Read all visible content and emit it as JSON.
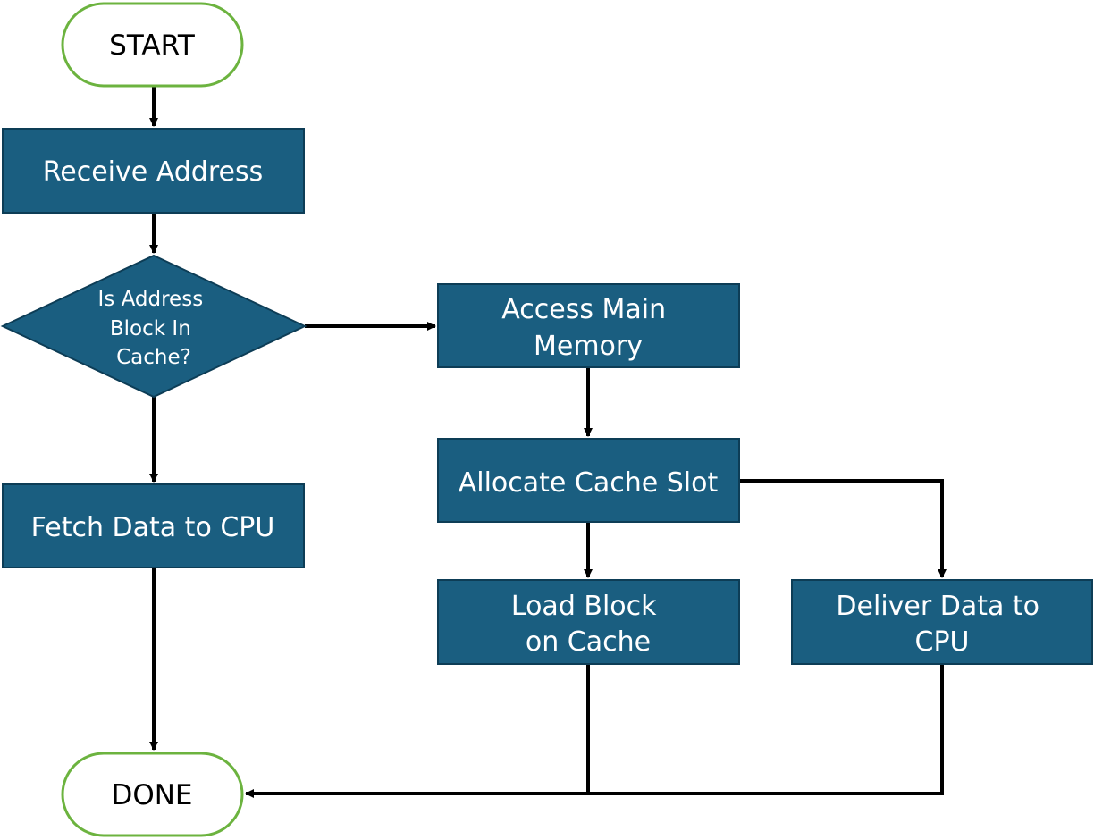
{
  "colors": {
    "process_fill": "#1a5e80",
    "process_border": "#0d3d56",
    "terminal_border": "#6cb33f",
    "terminal_fill": "#ffffff",
    "line": "#000000",
    "process_text": "#ffffff",
    "terminal_text": "#000000"
  },
  "nodes": {
    "start": {
      "lines": [
        "START"
      ]
    },
    "receive": {
      "lines": [
        "Receive Address"
      ]
    },
    "decision": {
      "lines": [
        "Is Address",
        "Block In",
        "Cache?"
      ]
    },
    "access": {
      "lines": [
        "Access Main",
        "Memory"
      ]
    },
    "allocate": {
      "lines": [
        "Allocate Cache Slot"
      ]
    },
    "fetch": {
      "lines": [
        "Fetch Data to CPU"
      ]
    },
    "load": {
      "lines": [
        "Load Block",
        "on Cache"
      ]
    },
    "deliver": {
      "lines": [
        "Deliver Data to",
        "CPU"
      ]
    },
    "done": {
      "lines": [
        "DONE"
      ]
    }
  }
}
